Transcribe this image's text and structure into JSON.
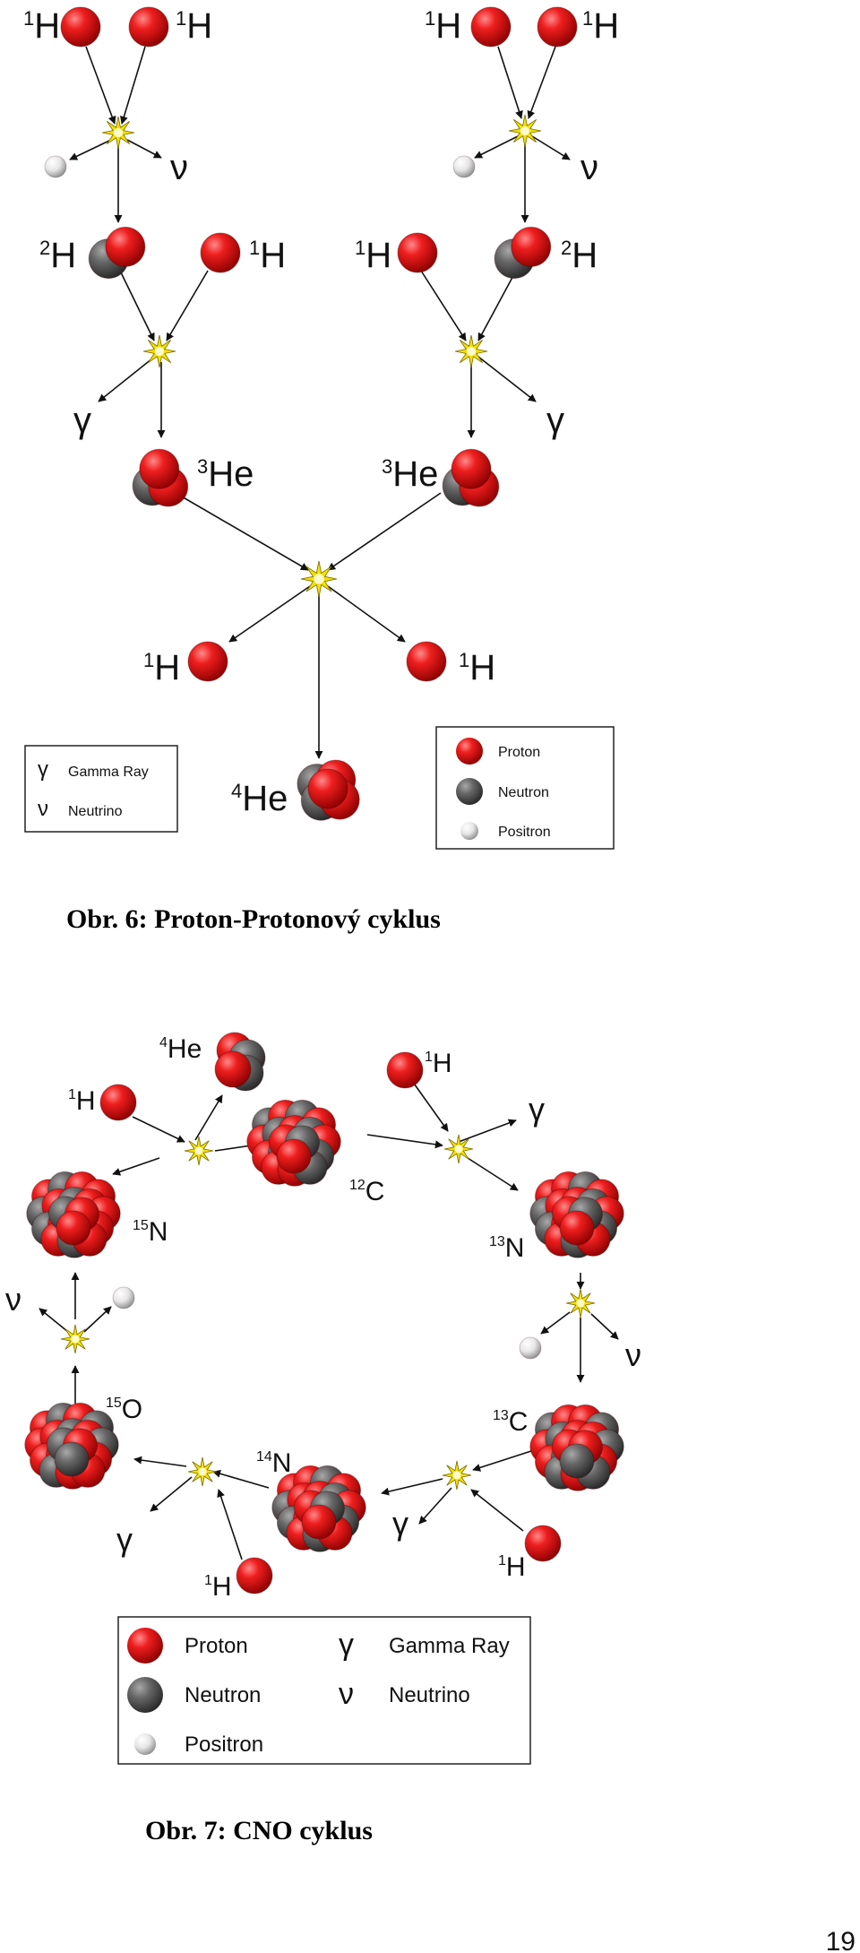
{
  "pp": {
    "labels": {
      "h_a": {
        "sup": "1",
        "sym": "H"
      },
      "h_b": {
        "sup": "1",
        "sym": "H"
      },
      "h_c": {
        "sup": "1",
        "sym": "H"
      },
      "h_d": {
        "sup": "1",
        "sym": "H"
      },
      "d_left": {
        "sup": "2",
        "sym": "H"
      },
      "h_e": {
        "sup": "1",
        "sym": "H"
      },
      "h_f": {
        "sup": "1",
        "sym": "H"
      },
      "d_right": {
        "sup": "2",
        "sym": "H"
      },
      "he3_left": {
        "sup": "3",
        "sym": "He"
      },
      "he3_right": {
        "sup": "3",
        "sym": "He"
      },
      "h_out_left": {
        "sup": "1",
        "sym": "H"
      },
      "h_out_right": {
        "sup": "1",
        "sym": "H"
      },
      "he4": {
        "sup": "4",
        "sym": "He"
      }
    },
    "greek": {
      "nu": "ν",
      "gamma": "γ"
    },
    "legend_left": [
      {
        "symbol": "γ",
        "label": "Gamma Ray"
      },
      {
        "symbol": "ν",
        "label": "Neutrino"
      }
    ],
    "legend_right": [
      {
        "icon": "proton",
        "label": "Proton"
      },
      {
        "icon": "neutron",
        "label": "Neutron"
      },
      {
        "icon": "positron",
        "label": "Positron"
      }
    ],
    "caption": "Obr. 6: Proton-Protonový cyklus"
  },
  "cno": {
    "labels": {
      "he4": {
        "sup": "4",
        "sym": "He"
      },
      "h_top_left": {
        "sup": "1",
        "sym": "H"
      },
      "h_top_right": {
        "sup": "1",
        "sym": "H"
      },
      "c12": {
        "sup": "12",
        "sym": "C"
      },
      "n15": {
        "sup": "15",
        "sym": "N"
      },
      "n13": {
        "sup": "13",
        "sym": "N"
      },
      "o15": {
        "sup": "15",
        "sym": "O"
      },
      "c13": {
        "sup": "13",
        "sym": "C"
      },
      "n14": {
        "sup": "14",
        "sym": "N"
      },
      "h_bottom_left": {
        "sup": "1",
        "sym": "H"
      },
      "h_bottom_right": {
        "sup": "1",
        "sym": "H"
      }
    },
    "greek": {
      "nu": "ν",
      "gamma": "γ"
    },
    "legend": [
      {
        "icon": "proton",
        "label": "Proton"
      },
      {
        "icon": "gamma",
        "symbol": "γ",
        "label": "Gamma Ray"
      },
      {
        "icon": "neutron",
        "label": "Neutron"
      },
      {
        "icon": "neutrino",
        "symbol": "ν",
        "label": "Neutrino"
      },
      {
        "icon": "positron",
        "label": "Positron"
      }
    ],
    "caption": "Obr. 7: CNO cyklus"
  },
  "colors": {
    "proton": "#dd1111",
    "neutron": "#555555",
    "positron": "#e8e8e8",
    "flash": "#f2e000"
  },
  "page_number": "19"
}
